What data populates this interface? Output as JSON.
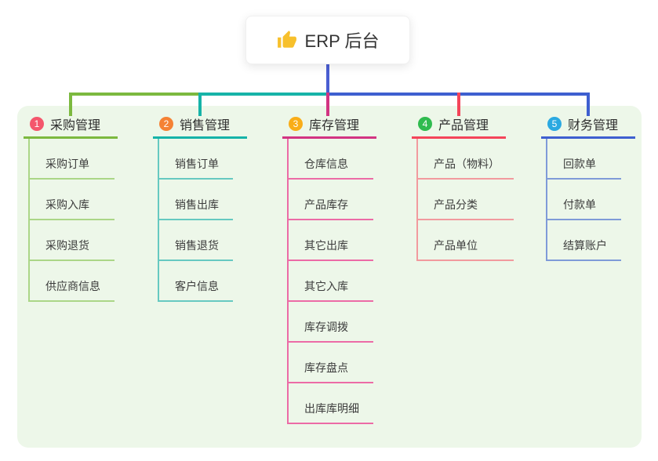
{
  "root": {
    "label": "ERP 后台",
    "icon": "thumbs-up-icon"
  },
  "connector": {
    "stem_color": "#4a5ed2"
  },
  "panel": {
    "background": "#edf7e9"
  },
  "branches": [
    {
      "number": "1",
      "title": "采购管理",
      "badge_color": "#f4566c",
      "line_color": "#7cb93f",
      "child_line_color": "#abd687",
      "children": [
        "采购订单",
        "采购入库",
        "采购退货",
        "供应商信息"
      ]
    },
    {
      "number": "2",
      "title": "销售管理",
      "badge_color": "#f58234",
      "line_color": "#16b3a8",
      "child_line_color": "#66c9c1",
      "children": [
        "销售订单",
        "销售出库",
        "销售退货",
        "客户信息"
      ]
    },
    {
      "number": "3",
      "title": "库存管理",
      "badge_color": "#d23482",
      "badge_fill": "#f9ad18",
      "child_line_color": "#ec6ba6",
      "line_color": "#d23482",
      "children": [
        "仓库信息",
        "产品库存",
        "其它出库",
        "其它入库",
        "库存调拨",
        "库存盘点",
        "出库库明细"
      ]
    },
    {
      "number": "4",
      "title": "产品管理",
      "badge_color": "#2fbb4f",
      "line_color": "#f4455a",
      "child_line_color": "#f29a9e",
      "children": [
        "产品（物料）",
        "产品分类",
        "产品单位"
      ]
    },
    {
      "number": "5",
      "title": "财务管理",
      "badge_color": "#2ba9e1",
      "line_color": "#3e5fd0",
      "child_line_color": "#7f9bd8",
      "children": [
        "回款单",
        "付款单",
        "结算账户"
      ]
    }
  ]
}
